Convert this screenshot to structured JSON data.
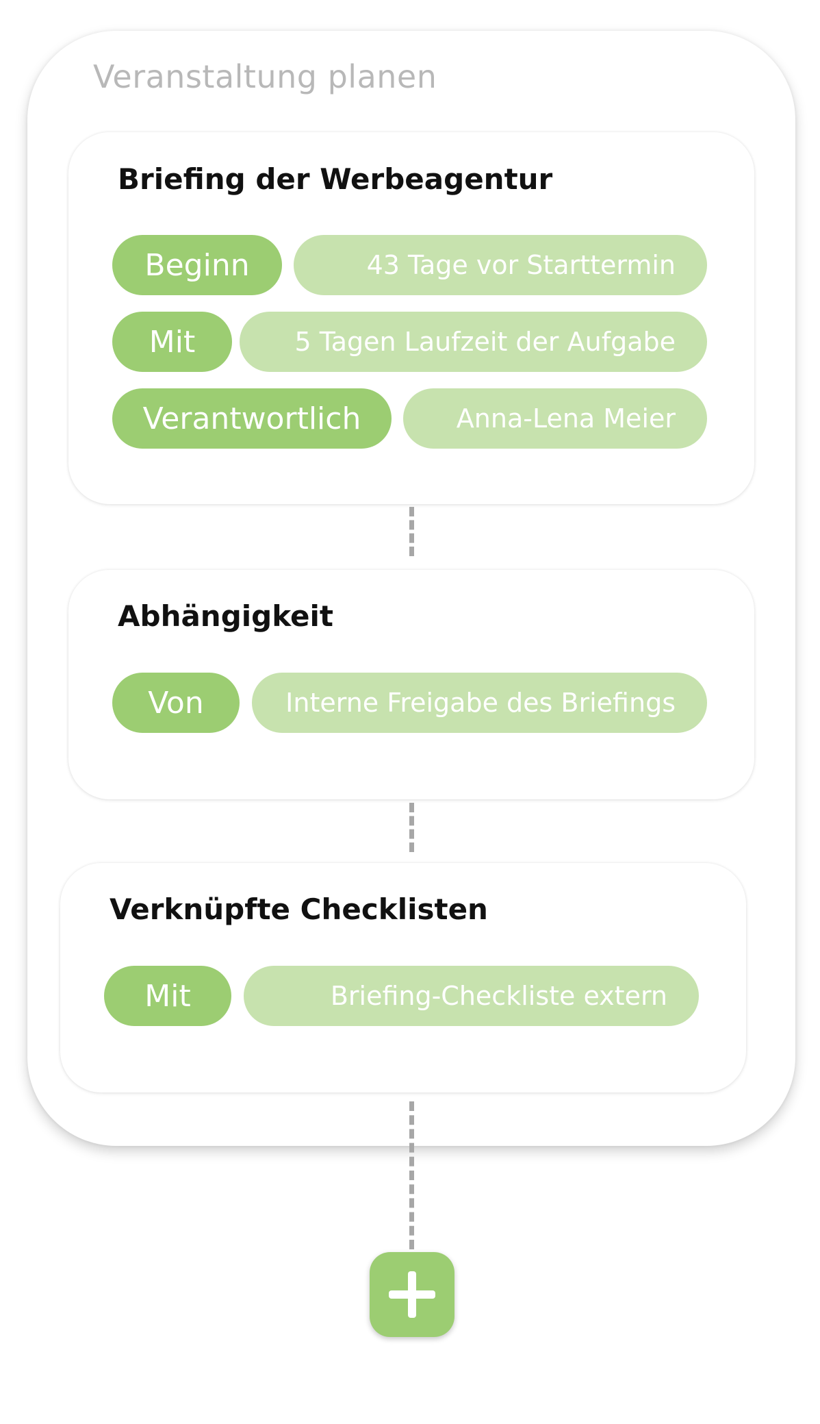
{
  "container": {
    "title": "Veranstaltung planen"
  },
  "task_card": {
    "title": "Briefing der Werbeagentur",
    "rows": [
      {
        "key": "Beginn",
        "value": "43 Tage vor Starttermin"
      },
      {
        "key": "Mit",
        "value": "5 Tagen Laufzeit der Aufgabe"
      },
      {
        "key": "Verantwortlich",
        "value": "Anna-Lena Meier"
      }
    ]
  },
  "dependency_card": {
    "title": "Abhängigkeit",
    "rows": [
      {
        "key": "Von",
        "value": "Interne Freigabe des Briefings"
      }
    ]
  },
  "checklist_card": {
    "title": "Verknüpfte Checklisten",
    "rows": [
      {
        "key": "Mit",
        "value": "Briefing-Checkliste extern"
      }
    ]
  },
  "add_button": {
    "icon": "plus-icon"
  },
  "colors": {
    "key_pill": "#9ccd72",
    "value_pill": "#c7e2ae",
    "connector": "#a7a7a7"
  }
}
